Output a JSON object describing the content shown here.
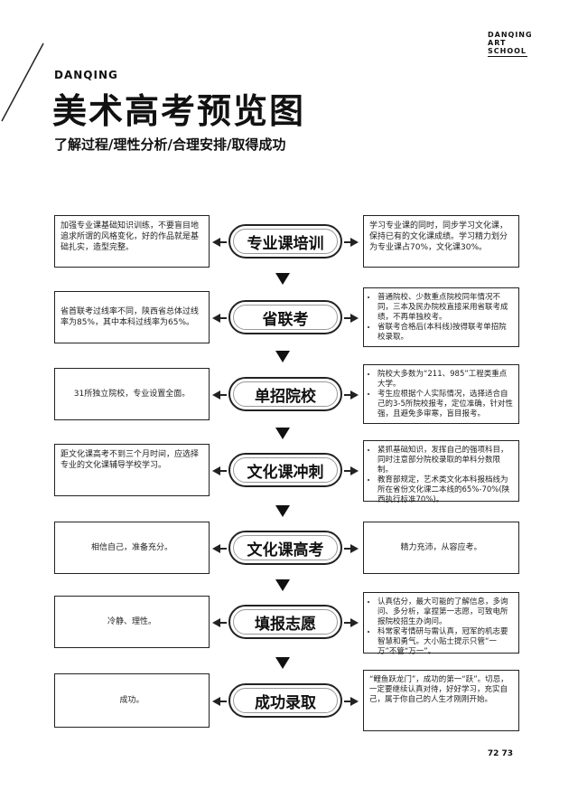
{
  "brand": {
    "line1": "DANQING",
    "line2": "ART",
    "line3": "SCHOOL"
  },
  "header": {
    "kicker": "DANQING",
    "title": "美术高考预览图",
    "subtitle": "了解过程/理性分析/合理安排/取得成功"
  },
  "steps": [
    {
      "label": "专业课培训",
      "left": "加强专业课基础知识训练，不要盲目地追求所谓的风格变化，好的作品就是基础扎实，造型完整。",
      "right": [
        "学习专业课的同时，同步学习文化课，保持已有的文化课成绩。学习精力划分为专业课占70%，文化课30%。"
      ]
    },
    {
      "label": "省联考",
      "left": "省首联考过线率不同，陕西省总体过线率为85%，其中本科过线率为65%。",
      "right": [
        "普通院校、少数重点院校同年情况不同，三本及民办院校直接采用省联考成绩，不再单独校考。",
        "省联考合格后(本科线)按得联考单招院校录取。"
      ]
    },
    {
      "label": "单招院校",
      "left": "31所独立院校，专业设置全面。",
      "right": [
        "院校大多数为“211、985”工程类重点大学。",
        "考生应根据个人实际情况，选择适合自己的3-5所院校报考，定位准确，针对性强，且避免多审寒，盲目报考。"
      ]
    },
    {
      "label": "文化课冲刺",
      "left": "距文化课高考不到三个月时间，应选择专业的文化课辅导学校学习。",
      "right": [
        "紧抓基础知识，发挥自己的强项科目，同时注意部分院校录取的单科分数限制。",
        "教育部规定，艺术类文化本科报档线为所在省份文化课二本线的65%-70%(陕西执行标准70%)。"
      ]
    },
    {
      "label": "文化课高考",
      "left": "相信自己，准备充分。",
      "right": [
        "精力充沛，从容应考。"
      ]
    },
    {
      "label": "填报志愿",
      "left": "冷静、理性。",
      "right": [
        "认真估分，最大可能的了解信息，多询问、多分析，拿捏第一志愿，可致电所报院校招生办询问。",
        "科常家考情研与需认真，冠军的机志要智慧和勇气。大小贴士提示只管“一万”不管“万一”。"
      ]
    },
    {
      "label": "成功录取",
      "left": "成功。",
      "right": [
        "“鲤鱼跃龙门”，成功的第一“跃”。切忌，一定要继续认真对待，好好学习，充实自己，属于你自己的人生才刚刚开始。"
      ]
    }
  ],
  "page_numbers": "72 73"
}
